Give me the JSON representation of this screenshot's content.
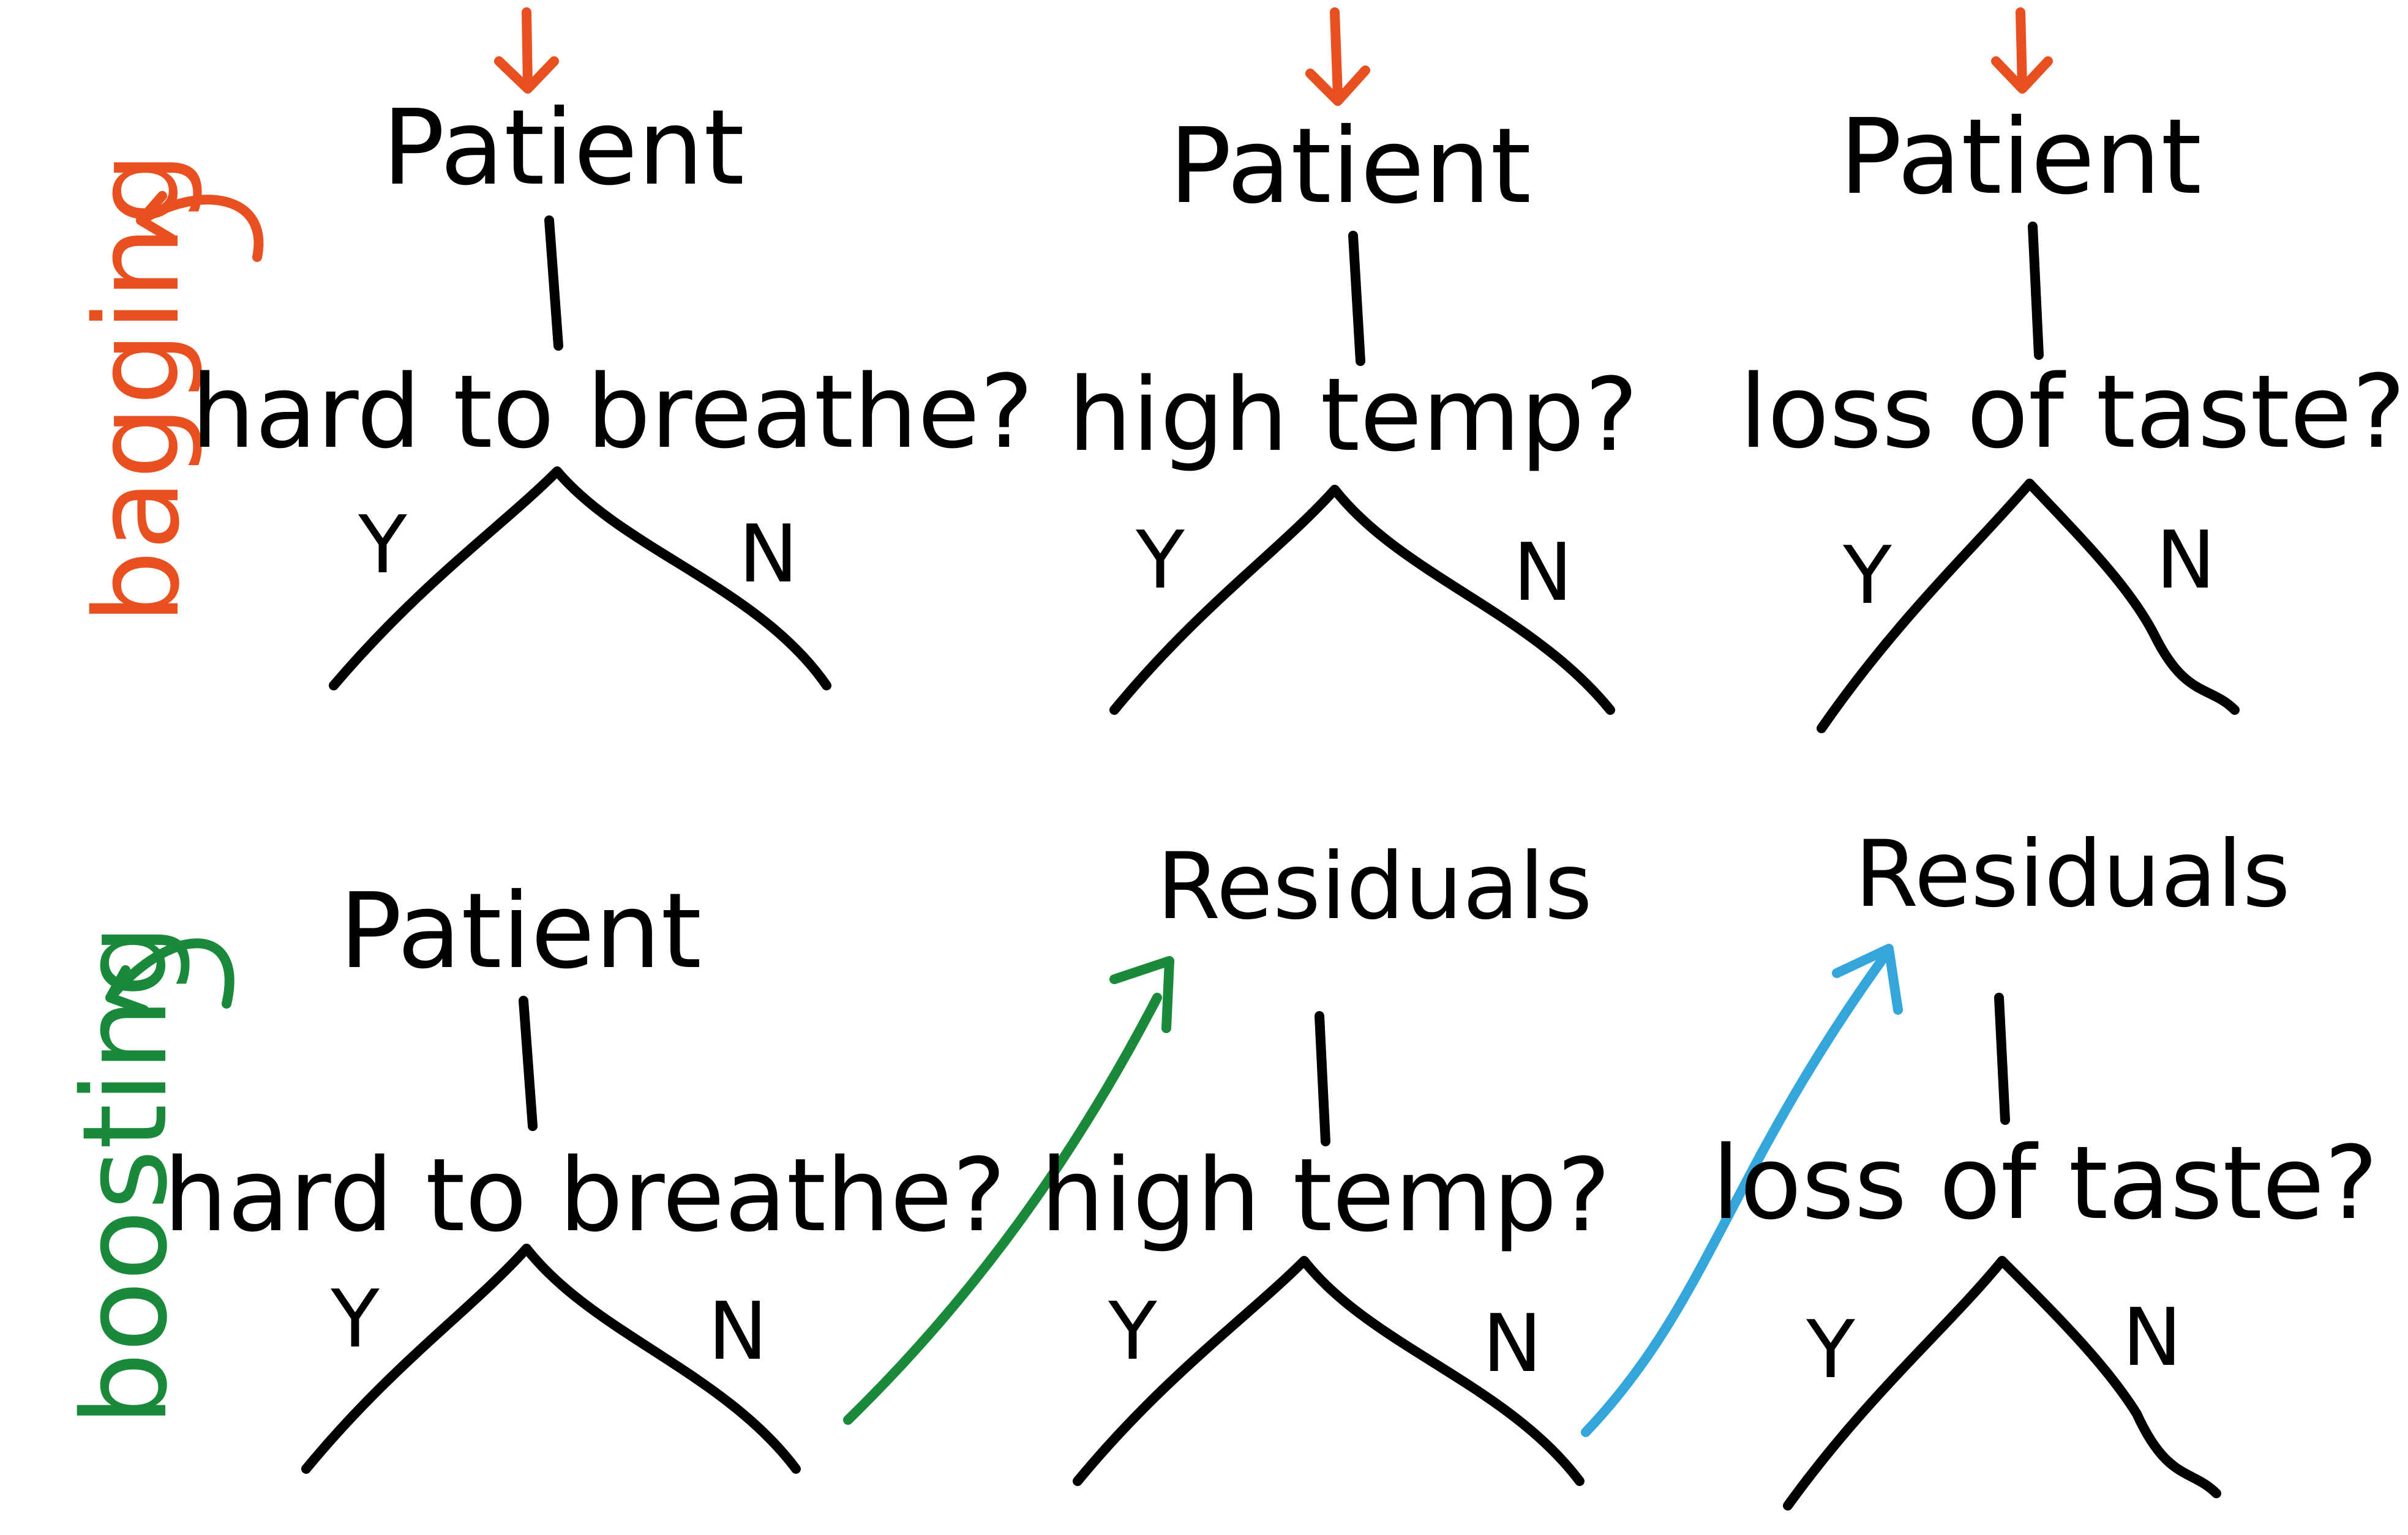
{
  "colors": {
    "ink": "#000000",
    "bagging": "#e8511f",
    "boosting": "#1a8a3a",
    "residuals_blue": "#35a6dc"
  },
  "rows": {
    "bagging": {
      "label": "bagging",
      "trees": [
        {
          "root": "Patient",
          "question": "hard to breathe?",
          "yes": "Y",
          "no": "N"
        },
        {
          "root": "Patient",
          "question": "high temp?",
          "yes": "Y",
          "no": "N"
        },
        {
          "root": "Patient",
          "question": "loss of taste?",
          "yes": "Y",
          "no": "N"
        }
      ]
    },
    "boosting": {
      "label": "boosting",
      "trees": [
        {
          "root": "Patient",
          "question": "hard to breathe?",
          "yes": "Y",
          "no": "N"
        },
        {
          "root": "Residuals",
          "question": "high temp?",
          "yes": "Y",
          "no": "N"
        },
        {
          "root": "Residuals",
          "question": "loss of taste?",
          "yes": "Y",
          "no": "N"
        }
      ]
    }
  }
}
